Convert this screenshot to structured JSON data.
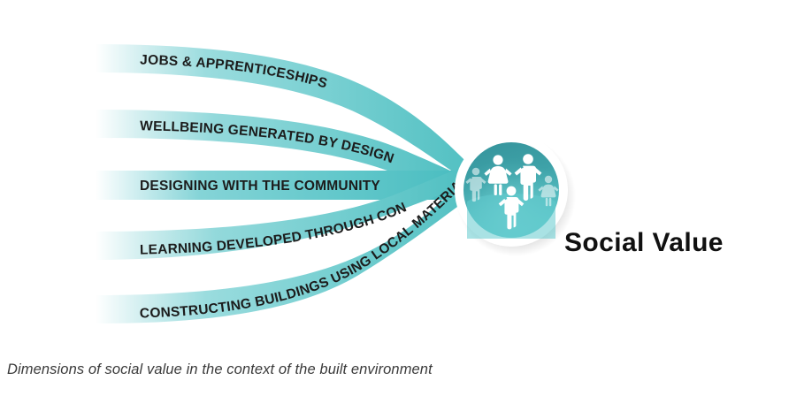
{
  "diagram": {
    "type": "radial-convergence",
    "caption": "Dimensions of social value in the context of the built environment",
    "hub": {
      "label": "Social Value",
      "icon": "group-of-people-icon",
      "figure_count": 5,
      "colors": {
        "ring": "#ffffff",
        "fill_top": "#3d9aa1",
        "fill_bottom": "#58c3c6",
        "figures": "#ffffff"
      }
    },
    "colors": {
      "ribbon_near": "#4fbfc0",
      "ribbon_far": "#7ed4d6",
      "ribbon_fade": "#ffffff",
      "label_text": "#1c1c1c",
      "title_text": "#111111",
      "caption_text": "#3a3a3a",
      "background": "#ffffff"
    },
    "branches": [
      {
        "id": "jobs-apprenticeships",
        "label": "JOBS & APPRENTICESHIPS"
      },
      {
        "id": "wellbeing-generated-by-design",
        "label": "WELLBEING GENERATED BY DESIGN"
      },
      {
        "id": "designing-with-the-community",
        "label": "DESIGNING WITH THE COMMUNITY"
      },
      {
        "id": "learning-developed-through-construction",
        "label": "LEARNING DEVELOPED THROUGH CONSTRUCTION"
      },
      {
        "id": "constructing-buildings-using-local-materials",
        "label": "CONSTRUCTING BUILDINGS USING LOCAL MATERIALS"
      }
    ]
  }
}
